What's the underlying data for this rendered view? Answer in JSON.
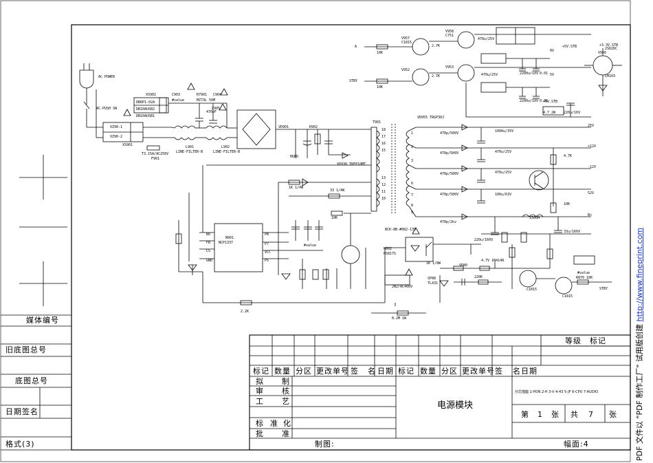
{
  "left_column": {
    "media_no": "媒体编号",
    "old_base_total": "旧底图总号",
    "base_total": "底图总号",
    "date_sign": "日期签名",
    "format": "格式(3)"
  },
  "footer": {
    "drawn_by": "制图:",
    "sheet_size": "幅面:4"
  },
  "title_block": {
    "col_headers": [
      "标记",
      "数量",
      "分区",
      "更改单号",
      "签",
      "名",
      "日期",
      "标记",
      "数量",
      "分区",
      "更改单号",
      "签",
      "名",
      "日期"
    ],
    "roles": [
      "拟",
      "制",
      "审",
      "核",
      "工",
      "艺",
      "标",
      "准",
      "化",
      "批",
      "准"
    ],
    "title": "电源模块",
    "grade": "等级",
    "mark": "标记",
    "pin_note": "分芯插座:1-PON 2-H 3-V 4-43 5-JF 6-CPU 7-AUDIO",
    "sheet": "第",
    "sheet_no": "1",
    "sheet_unit": "张",
    "total": "共",
    "total_no": "7",
    "total_unit": "张"
  },
  "side_note": {
    "prefix": "PDF 文件以 \"PDF 制作工厂\" 试用版创建 ",
    "url": "http://www.fineprint.com"
  },
  "schematic_labels": {
    "ac_power": "AC POWER",
    "ac_push_sw": "AC-PUSH SW",
    "xs902": "XS902",
    "r7901": "R7901",
    "c903": "C903",
    "c904": "C904",
    "c905": "C905",
    "l901": "L901",
    "l902": "L902",
    "line_filter_a": "LINE-FILTER-B",
    "line_filter_b": "LINE-FILTER-B",
    "fuse": "T3.15A/AC250V",
    "f901": "F901",
    "xs901": "XS901",
    "vd901": "VD901",
    "t901": "T901",
    "t901_type": "BCK-8B-#082-135",
    "ic901": "NCP1337",
    "n901": "N901",
    "v957": "V957",
    "v958": "V958",
    "v952": "V952",
    "v953": "V953",
    "c1815": "C1815",
    "c751": "C751",
    "v966": "V966",
    "stby": "STBY",
    "stby2": "STBY",
    "plus5v_stb": "+5V.STB",
    "plus5v_stb2": "+5V.STB",
    "plus3v3": "+3.3V.STB",
    "v25": "25V",
    "v12": "+12V",
    "vm12": "-12V",
    "v52": "52V",
    "bplus": "B+",
    "in_a": "A",
    "in_stby": "STBY",
    "out_5v": "5V",
    "out_8v": "8V",
    "hgnd": "HGND",
    "vz901": "VZ90-1",
    "vz902": "VZ90-2",
    "n802": "N802",
    "hs817": "HS817S",
    "vd80": "VD80",
    "r870": "R870 10K",
    "sp8": "SP88",
    "tl431": "TL431"
  }
}
